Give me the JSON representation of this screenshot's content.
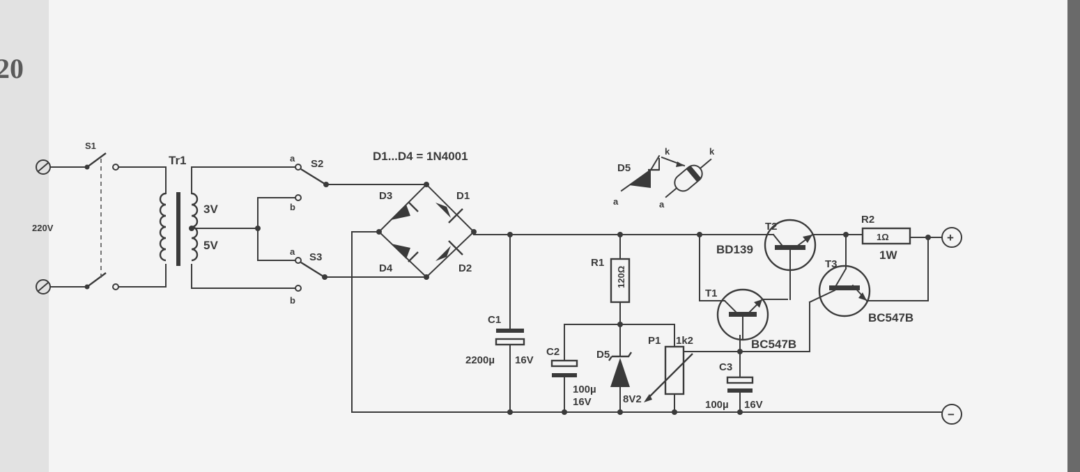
{
  "page_number": "20",
  "mains_voltage": "220V",
  "switches": {
    "s1": "S1",
    "s2": "S2",
    "s3": "S3",
    "a": "a",
    "b": "b"
  },
  "transformer": {
    "name": "Tr1",
    "tap_upper": "3V",
    "tap_lower": "5V"
  },
  "bridge": {
    "note": "D1...D4 = 1N4001",
    "d1": "D1",
    "d2": "D2",
    "d3": "D3",
    "d4": "D4"
  },
  "inset": {
    "diode": "D5",
    "k": "k",
    "a": "a"
  },
  "c1": {
    "name": "C1",
    "value": "2200µ",
    "voltage": "16V"
  },
  "c2": {
    "name": "C2",
    "value": "100µ",
    "voltage": "16V"
  },
  "c3": {
    "name": "C3",
    "value": "100µ",
    "voltage": "16V"
  },
  "r1": {
    "name": "R1",
    "value": "120Ω"
  },
  "r2": {
    "name": "R2",
    "value": "1Ω",
    "power": "1W"
  },
  "d5": {
    "name": "D5",
    "value": "8V2"
  },
  "p1": {
    "name": "P1",
    "value": "1k2"
  },
  "t1": {
    "name": "T1",
    "type": "BC547B"
  },
  "t2": {
    "name": "T2",
    "type": "BD139"
  },
  "t3": {
    "name": "T3",
    "type": "BC547B"
  },
  "terminals": {
    "plus": "+",
    "minus": "−"
  },
  "colors": {
    "ink": "#3a3a3a",
    "paper": "#f4f4f4"
  }
}
